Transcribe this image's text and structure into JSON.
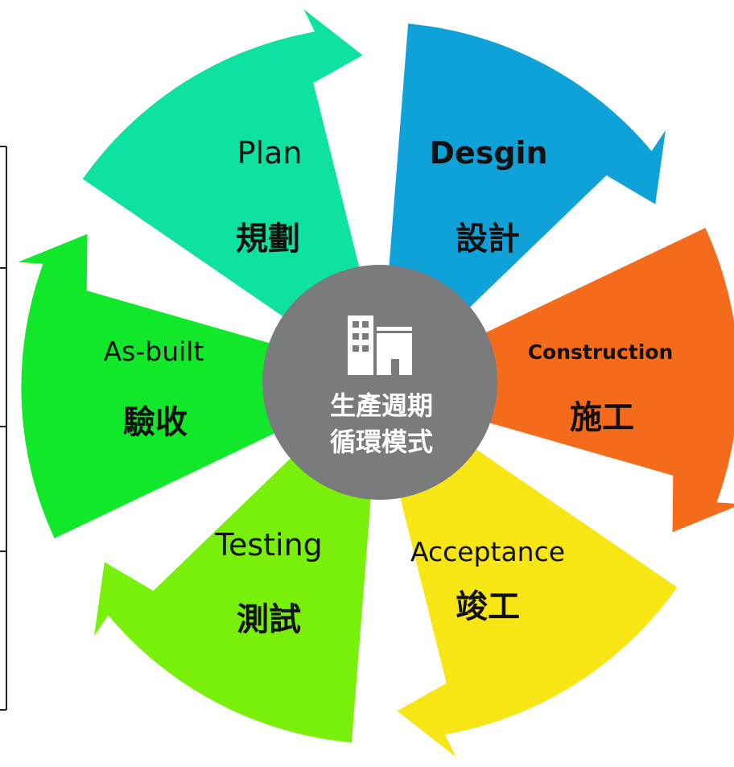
{
  "center": {
    "line1": "生產週期",
    "line2": "循環模式",
    "icon": "building-icon",
    "color": "#7a7b7d"
  },
  "segments": [
    {
      "id": "plan",
      "en": "Plan",
      "zh": "規劃",
      "color": "#0ea2d8"
    },
    {
      "id": "design",
      "en": "Desgin",
      "zh": "設計",
      "color": "#f56b1c"
    },
    {
      "id": "construction",
      "en": "Construction",
      "zh": "施工",
      "color": "#f7e614"
    },
    {
      "id": "acceptance",
      "en": "Acceptance",
      "zh": "竣工",
      "color": "#78f00a"
    },
    {
      "id": "testing",
      "en": "Testing",
      "zh": "測試",
      "color": "#12e82a"
    },
    {
      "id": "asbuilt",
      "en": "As-built",
      "zh": "驗收",
      "color": "#0ee2a0"
    }
  ]
}
